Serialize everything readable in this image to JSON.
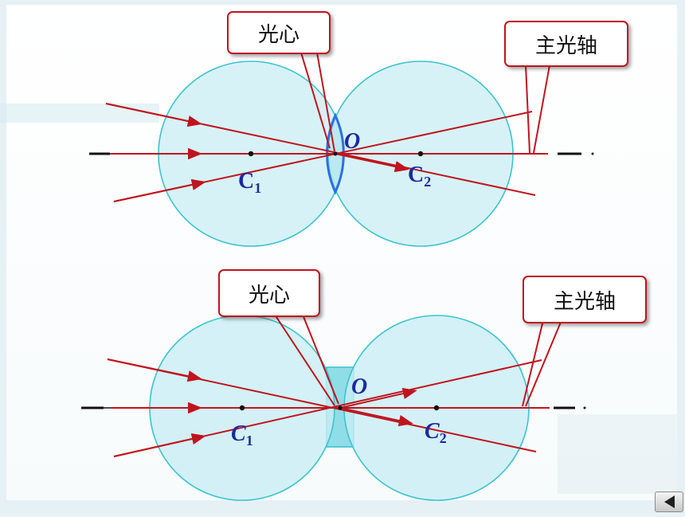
{
  "diagrams": [
    {
      "id": "convex",
      "callouts": {
        "optical_center": "光心",
        "principal_axis": "主光轴"
      },
      "labels": {
        "center_o": "O",
        "c1": "C",
        "c1_sub": "1",
        "c2": "C",
        "c2_sub": "2"
      }
    },
    {
      "id": "concave",
      "callouts": {
        "optical_center": "光心",
        "principal_axis": "主光轴"
      },
      "labels": {
        "center_o": "O",
        "c1": "C",
        "c1_sub": "1",
        "c2": "C",
        "c2_sub": "2"
      }
    }
  ],
  "colors": {
    "ray": "#c0141e",
    "sphere_fill": "#c9eef4",
    "sphere_stroke": "#3cc4cf",
    "lens": "#2d6fe0",
    "concave_lens_fill": "#8fdde7",
    "axis": "#111111",
    "label_text": "#1c2a9c"
  },
  "nav": {
    "back_icon": "triangle-left-icon"
  }
}
